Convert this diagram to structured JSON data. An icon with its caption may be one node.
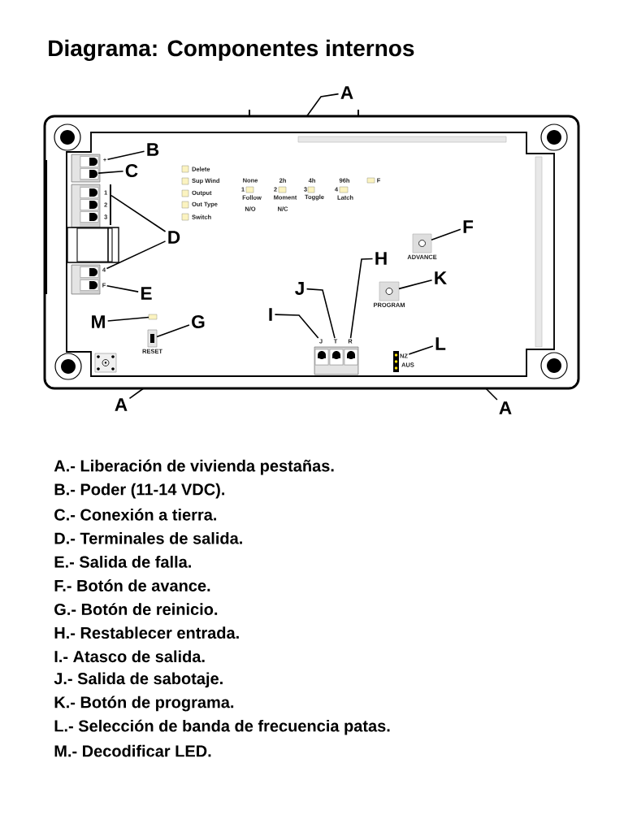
{
  "diagram": {
    "title": "Diagrama: Componentes internos",
    "nodes": [
      {
        "text": [],
        "shape": "box"
      },
      {
        "text": [
          "A"
        ]
      },
      {
        "text": [
          "B"
        ],
        "in": 0
      },
      {
        "text": [
          "+"
        ],
        "in": 0
      },
      {
        "text": [
          "C"
        ],
        "in": 0
      },
      {
        "text": [],
        "shape": "box",
        "in": 0
      },
      {
        "text": [],
        "shape": "box",
        "in": 0
      },
      {
        "text": [
          "D"
        ],
        "in": 0
      },
      {
        "text": [],
        "shape": "bar",
        "in": 0
      },
      {
        "text": [],
        "shape": "box",
        "beside": [
          "1"
        ],
        "in": 0
      },
      {
        "text": [],
        "shape": "box",
        "beside": [
          "2"
        ],
        "in": 0
      },
      {
        "text": [],
        "shape": "box",
        "beside": [
          "3"
        ],
        "in": 0
      },
      {
        "text": [
          "4"
        ],
        "in": 0
      },
      {
        "text": [],
        "shape": "box",
        "in": 0
      },
      {
        "text": [
          "F"
        ],
        "in": 0
      },
      {
        "text": [],
        "shape": "box",
        "in": 0
      },
      {
        "text": [
          "E"
        ],
        "in": 0
      },
      {
        "text": [
          "F"
        ],
        "in": 0
      },
      {
        "text": [],
        "shape": "box",
        "beside": [
          "ADVANCE"
        ],
        "in": 0
      },
      {
        "text": [
          "H"
        ],
        "in": 0
      },
      {
        "text": [
          "K"
        ],
        "in": 0
      },
      {
        "text": [],
        "shape": "box",
        "beside": [
          "PROGRAM"
        ],
        "in": 0
      },
      {
        "text": [
          "J"
        ],
        "in": 0
      },
      {
        "text": [
          "I"
        ],
        "in": 0
      },
      {
        "text": [
          "M"
        ],
        "in": 0
      },
      {
        "text": [],
        "shape": "box",
        "in": 0
      },
      {
        "text": [
          "G"
        ],
        "in": 0
      },
      {
        "text": [],
        "shape": "box",
        "beside": [
          "RESET"
        ],
        "in": 0
      },
      {
        "text": [
          "J"
        ],
        "in": 0
      },
      {
        "text": [
          "T"
        ],
        "in": 0
      },
      {
        "text": [
          "R"
        ],
        "in": 0
      },
      {
        "text": [
          "L"
        ],
        "in": 0
      },
      {
        "text": [
          "NZ"
        ],
        "in": 0
      },
      {
        "text": [
          "A"
        ]
      },
      {
        "text": [
          "A"
        ]
      }
    ],
    "edges": [
      {
        "from": 1,
        "to": 0,
        "arrow": "none"
      },
      {
        "from": 2,
        "to": 3,
        "arrow": "none"
      },
      {
        "from": 4,
        "to": 6,
        "arrow": "none"
      },
      {
        "from": 7,
        "to": 8,
        "arrow": "none"
      },
      {
        "from": 7,
        "to": 12,
        "arrow": "none"
      },
      {
        "from": 16,
        "to": 14,
        "arrow": "none"
      },
      {
        "from": 17,
        "to": 18,
        "arrow": "none"
      },
      {
        "from": 19,
        "to": 30,
        "arrow": "none"
      },
      {
        "from": 20,
        "to": 21,
        "arrow": "none"
      },
      {
        "from": 22,
        "to": 29,
        "arrow": "none"
      },
      {
        "from": 23,
        "to": 28,
        "arrow": "none"
      },
      {
        "from": 24,
        "to": 25,
        "arrow": "none"
      },
      {
        "from": 26,
        "to": 27,
        "arrow": "none"
      },
      {
        "from": 31,
        "to": 32,
        "arrow": "none"
      },
      {
        "from": 33,
        "to": 0,
        "arrow": "none"
      },
      {
        "from": 34,
        "to": 0,
        "arrow": "none"
      }
    ],
    "labels": [
      "Delete",
      "Sup Wind",
      "Output",
      "Out Type",
      "Switch",
      "None",
      "2h",
      "4h",
      "96h",
      "F",
      "1",
      "Follow",
      "2",
      "Moment",
      "3",
      "Toggle",
      "4",
      "Latch",
      "N/O",
      "N/C",
      "AUS",
      "A.- Liberación de vivienda pestañas.",
      "B.- Poder (11-14 VDC).",
      "C.- Conexión a tierra.",
      "D.- Terminales de salida.",
      "E.- Salida de falla.",
      "F.- Botón de avance.",
      "G.- Botón de reinicio.",
      "H.- Restablecer entrada.",
      "I.- Atasco de salida.",
      "J.- Salida de sabotaje.",
      "K.- Botón de programa.",
      "L.- Selección de banda de frecuencia patas.",
      "M.- Decodificar LED."
    ]
  }
}
